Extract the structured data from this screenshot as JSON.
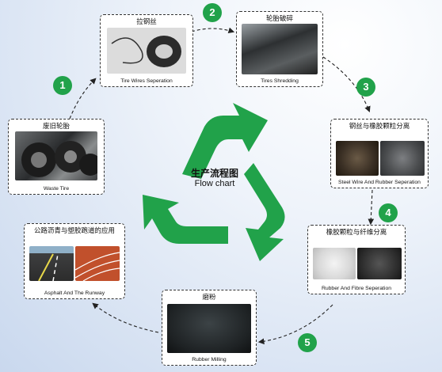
{
  "center": {
    "title_zh": "生产流程图",
    "title_en": "Flow chart"
  },
  "steps": [
    {
      "zh": "废旧轮胎",
      "en": "Waste Tire"
    },
    {
      "zh": "拉钢丝",
      "en": "Tire Wires Seperation"
    },
    {
      "zh": "轮胎破碎",
      "en": "Tires Shredding"
    },
    {
      "zh": "钢丝与橡胶颗粒分离",
      "en": "Steel Wire And Rubber Seperation"
    },
    {
      "zh": "橡胶颗粒与纤维分离",
      "en": "Rubber And Fibre Seperation"
    },
    {
      "zh": "磨粉",
      "en": "Rubber Milling"
    },
    {
      "zh": "公路沥青与塑胶跑道的应用",
      "en": "Asphalt And The Runway"
    }
  ],
  "numbers": [
    "1",
    "2",
    "3",
    "4",
    "5"
  ],
  "colors": {
    "recycle_green": "#21a24a",
    "number_green": "#21a24a"
  }
}
